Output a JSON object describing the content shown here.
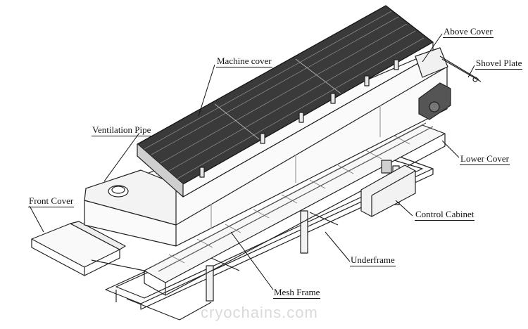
{
  "labels": {
    "above_cover": "Above Cover",
    "shovel_plate": "Shovel Plate",
    "machine_cover": "Machine cover",
    "ventilation_pipe": "Ventilation Pipe",
    "lower_cover": "Lower Cover",
    "front_cover": "Front Cover",
    "control_cabinet": "Control Cabinet",
    "underframe": "Underframe",
    "mesh_frame": "Mesh Frame"
  },
  "watermark": "cryochains.com"
}
